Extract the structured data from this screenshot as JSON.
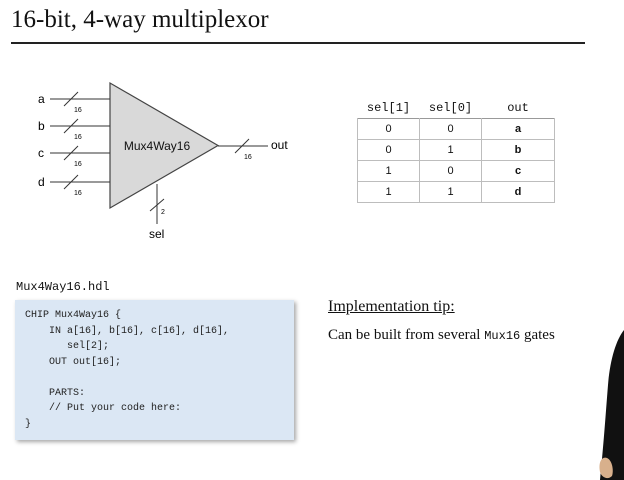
{
  "title": "16-bit, 4-way multiplexor",
  "diagram": {
    "chip_name": "Mux4Way16",
    "inputs": [
      "a",
      "b",
      "c",
      "d"
    ],
    "bus_width": "16",
    "output": "out",
    "select": "sel",
    "select_width": "2"
  },
  "truth_table": {
    "headers": [
      "sel[1]",
      "sel[0]",
      "out"
    ],
    "rows": [
      [
        "0",
        "0",
        "a"
      ],
      [
        "0",
        "1",
        "b"
      ],
      [
        "1",
        "0",
        "c"
      ],
      [
        "1",
        "1",
        "d"
      ]
    ]
  },
  "code": {
    "file_name": "Mux4Way16.hdl",
    "lines": [
      "CHIP Mux4Way16 {",
      "    IN a[16], b[16], c[16], d[16],",
      "       sel[2];",
      "    OUT out[16];",
      "",
      "    PARTS:",
      "    // Put your code here:",
      "}"
    ]
  },
  "tip": {
    "title": "Implementation tip:",
    "text_before": "Can be built from several ",
    "mono": "Mux16",
    "text_after": " gates"
  },
  "colors": {
    "gate_fill": "#d9d9d9",
    "code_bg": "#dbe7f4",
    "person_clothing": "#111111"
  }
}
